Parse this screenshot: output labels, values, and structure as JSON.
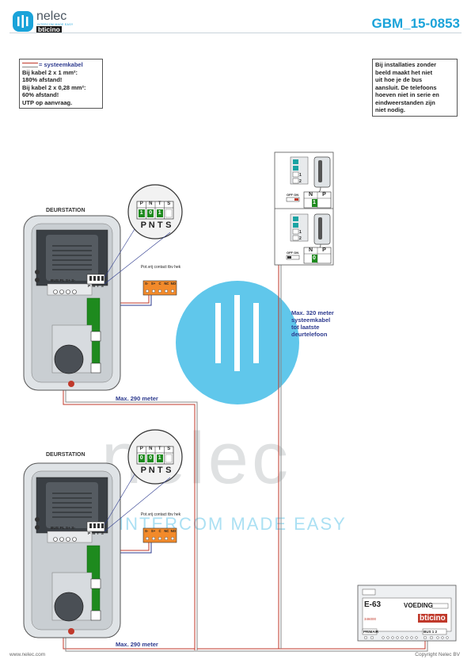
{
  "header": {
    "brand_name": "nelec",
    "brand_tagline": "INTERCOM MADE EASY",
    "partner_logo": "bticino",
    "doc_code": "GBM_15-0853"
  },
  "notes": {
    "cable": {
      "legend": "= systeemkabel",
      "lines": [
        "Bij kabel 2 x 1 mm²:",
        "180% afstand!",
        "Bij kabel 2 x 0,28 mm²:",
        "60% afstand!",
        "UTP op aanvraag."
      ]
    },
    "install": {
      "lines": [
        "Bij installaties zonder",
        "beeld maakt het niet",
        "uit hoe je de bus",
        "aansluit. De telefoons",
        "hoeven niet in serie en",
        "eindweerstanden zijn",
        "niet nodig."
      ]
    }
  },
  "door_stations": [
    {
      "label": "DEURSTATION",
      "terminal_labels": [
        "BUS",
        "PL",
        "S+",
        "S-"
      ],
      "pnts_labels": [
        "P",
        "N",
        "T",
        "S"
      ],
      "zoom_header": [
        "P",
        "N",
        "T",
        "S"
      ],
      "zoom_values": [
        "1",
        "0",
        "1"
      ],
      "contact_label": "Pot.vrij contact tbv hek",
      "contact_terminals": [
        "S-",
        "S+",
        "C",
        "NC",
        "NO"
      ],
      "distance": "Max. 290 meter"
    },
    {
      "label": "DEURSTATION",
      "terminal_labels": [
        "BUS",
        "PL",
        "S+",
        "S-"
      ],
      "pnts_labels": [
        "P",
        "N",
        "T",
        "S"
      ],
      "zoom_header": [
        "P",
        "N",
        "T",
        "S"
      ],
      "zoom_values": [
        "0",
        "0",
        "1"
      ],
      "contact_label": "Pot.vrij contact tbv hek",
      "contact_terminals": [
        "S-",
        "S+",
        "C",
        "NC",
        "NO"
      ],
      "distance": "Max. 290 meter"
    }
  ],
  "phones": {
    "terminals": [
      "1",
      "2"
    ],
    "units": [
      {
        "switch_label": "OFF ON",
        "np_header": [
          "N",
          "P"
        ],
        "np_value": "1"
      },
      {
        "switch_label": "OFF ON",
        "np_header": [
          "N",
          "P"
        ],
        "np_value": "0"
      }
    ],
    "max_distance_lines": [
      "Max. 320 meter",
      "systeemkabel",
      "tot laatste",
      "deurtelefoon"
    ]
  },
  "power_supply": {
    "model": "E-63",
    "label": "VOEDING",
    "brand": "bticino",
    "code": "346000",
    "primary_label": "PRIMAIR",
    "bus_label": "BUS",
    "bus_terminals": [
      "1",
      "2"
    ]
  },
  "watermark": {
    "big_text": "nelec",
    "tagline": "INTERCOM MADE EASY"
  },
  "footer": {
    "website": "www.nelec.com",
    "copyright": "Copyright Nelec BV"
  },
  "colors": {
    "brand_blue": "#1aa3d9",
    "cable_red": "#c0392b",
    "cable_blue": "#2e3b8f",
    "cable_grey": "#8a8a8a",
    "green_module": "#1e8a1e",
    "contact_orange": "#f28a2b",
    "phone_teal": "#1aa3a3",
    "watermark_circle": "#4fc1e9"
  }
}
